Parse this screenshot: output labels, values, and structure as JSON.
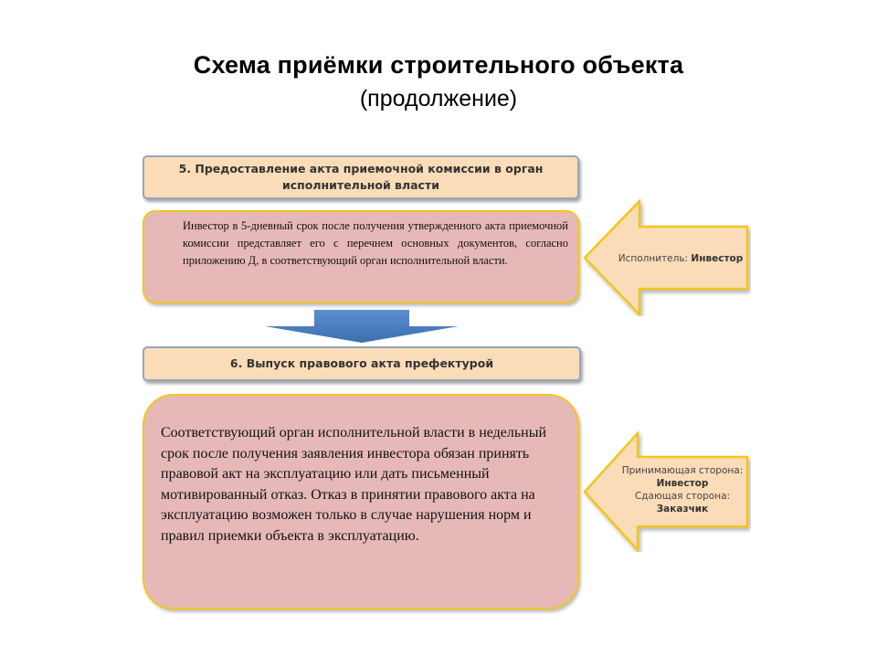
{
  "title": "Схема приёмки строительного объекта",
  "subtitle": "(продолжение)",
  "step5": {
    "label": "5. Предоставление акта приемочной комиссии в орган исполнительной власти",
    "description": "Инвестор в 5-дневный срок после получения утвержденного акта приемочной комиссии представляет его с перечнем основных документов, согласно приложению Д, в соответствующий орган исполнительной власти."
  },
  "step6": {
    "label": "6. Выпуск правового акта префектурой",
    "description": "Соответствующий орган исполнительной власти в недельный срок после получения заявления инвестора обязан принять правовой акт на эксплуатацию или дать письменный мотивированный отказ. Отказ в принятии правового акта на эксплуатацию возможен только в случае нарушения норм и правил приемки объекта в эксплуатацию."
  },
  "arrow1": {
    "label": "Исполнитель:",
    "value": "Инвестор"
  },
  "arrow2": {
    "receiving_label": "Принимающая сторона:",
    "receiving_value": "Инвестор",
    "handing_label": "Сдающая сторона:",
    "handing_value": "Заказчик"
  },
  "colors": {
    "step_fill": "#fbdcb8",
    "desc_fill": "#e6b9b8",
    "desc_border": "#f3c51f",
    "down_arrow": "#4f81bd",
    "side_arrow_fill": "#fbdcb8",
    "side_arrow_stroke": "#f3c51f"
  }
}
